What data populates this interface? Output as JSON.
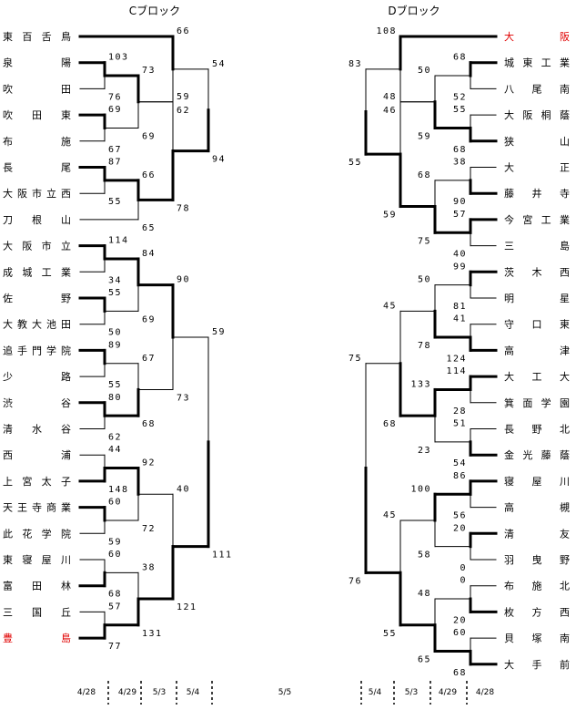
{
  "blocks": {
    "c": {
      "title": "Cブロック",
      "teams": [
        "東百舌鳥",
        "泉陽",
        "吹田",
        "吹田東",
        "布施",
        "長尾",
        "大阪市立西",
        "刀根山",
        "大阪市立",
        "成城工業",
        "佐野",
        "大教大池田",
        "追手門学院",
        "少路",
        "渋谷",
        "清水谷",
        "西浦",
        "上宮太子",
        "天王寺商業",
        "此花学院",
        "東寝屋川",
        "富田林",
        "三国丘",
        "豊島"
      ],
      "highlight": [
        23
      ],
      "r1_scores": [
        [
          "103",
          "76"
        ],
        [
          "69",
          "67"
        ],
        [
          "87",
          "55"
        ],
        [
          "114",
          "34"
        ],
        [
          "55",
          "50"
        ],
        [
          "89",
          "55"
        ],
        [
          "80",
          "62"
        ],
        [
          "44",
          "148"
        ],
        [
          "60",
          "59"
        ],
        [
          "60",
          "68"
        ],
        [
          "57",
          "77"
        ]
      ],
      "r2_scores": [
        [
          "73",
          "69"
        ],
        [
          "66",
          "65"
        ],
        [
          "84",
          "69"
        ],
        [
          "67",
          "68"
        ],
        [
          "92",
          "72"
        ],
        [
          "38",
          "131"
        ]
      ],
      "r3_scores": [
        [
          "66",
          "62"
        ],
        [
          "59",
          "78"
        ],
        [
          "90",
          "73"
        ],
        [
          "40",
          "121"
        ]
      ],
      "r4_scores": [
        [
          "54",
          "94"
        ],
        [
          "59",
          "111"
        ]
      ]
    },
    "d": {
      "title": "Dブロック",
      "teams": [
        "大阪",
        "城東工業",
        "八尾南",
        "大阪桐蔭",
        "狭山",
        "大正",
        "藤井寺",
        "今宮工業",
        "三島",
        "茨木西",
        "明星",
        "守口東",
        "高津",
        "大工大",
        "箕面学園",
        "長野北",
        "金光藤蔭",
        "寝屋川",
        "高槻",
        "清友",
        "羽曳野",
        "布施北",
        "枚方西",
        "貝塚南",
        "大手前"
      ],
      "highlight": [
        0
      ],
      "r1_scores": [
        [
          "68",
          "52"
        ],
        [
          "55",
          "68"
        ],
        [
          "38",
          "90"
        ],
        [
          "57",
          "40"
        ],
        [
          "99",
          "81"
        ],
        [
          "41",
          "124"
        ],
        [
          "114",
          "28"
        ],
        [
          "51",
          "54"
        ],
        [
          "86",
          "56"
        ],
        [
          "20",
          "0"
        ],
        [
          "0",
          "20"
        ],
        [
          "60",
          "68"
        ]
      ],
      "r2_scores": [
        [
          "50",
          "59"
        ],
        [
          "68",
          "75"
        ],
        [
          "50",
          "78"
        ],
        [
          "133",
          "23"
        ],
        [
          "100",
          "58"
        ],
        [
          "48",
          "65"
        ]
      ],
      "r3_scores": [
        [
          "108",
          "46"
        ],
        [
          "48",
          "59"
        ],
        [
          "45",
          "68"
        ],
        [
          "45",
          "55"
        ]
      ],
      "r4_scores": [
        [
          "83",
          "55"
        ],
        [
          "75",
          "76"
        ]
      ]
    }
  },
  "dates": {
    "left": [
      "4/28",
      "4/29",
      "5/3",
      "5/4"
    ],
    "center": "5/5",
    "right": [
      "5/4",
      "5/3",
      "4/29",
      "4/28"
    ]
  },
  "colors": {
    "highlight": "#e00000",
    "line": "#000000"
  }
}
